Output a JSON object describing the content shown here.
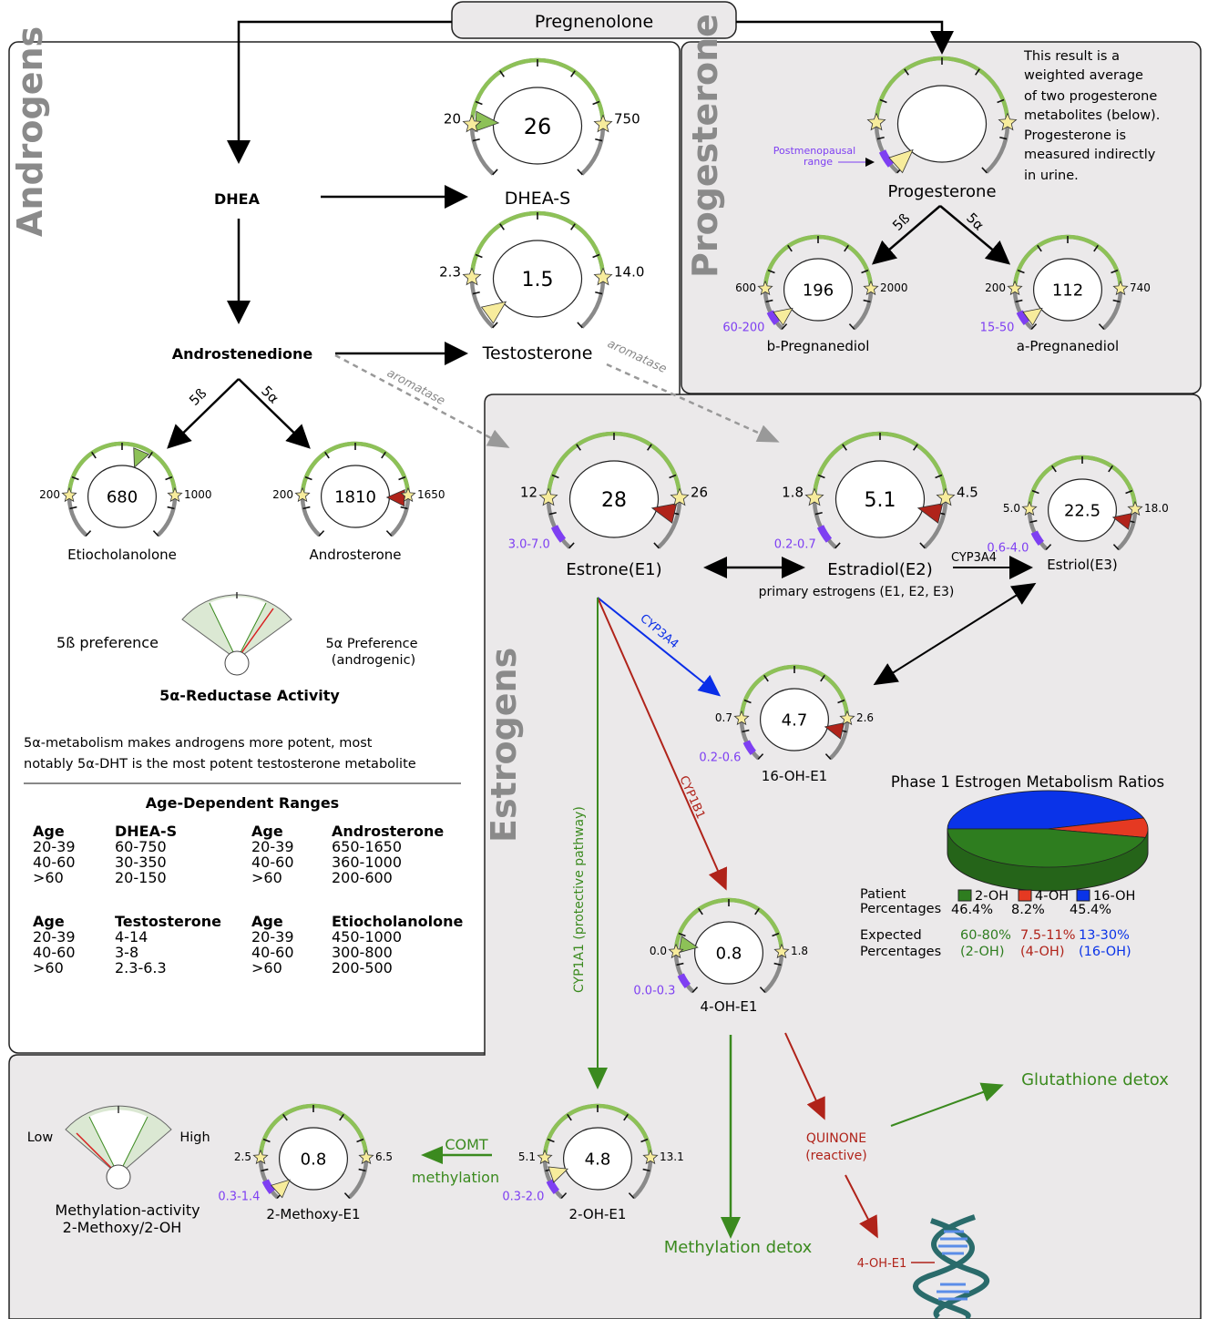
{
  "top": {
    "pregnenolone": "Pregnenolone"
  },
  "sections": {
    "androgens": "Androgens",
    "progesterone": "Progesterone",
    "estrogens": "Estrogens"
  },
  "nodes": {
    "dhea": "DHEA",
    "dheas": "DHEA-S",
    "androstenedione": "Androstenedione",
    "testosterone": "Testosterone",
    "etiocholanolone": "Etiocholanolone",
    "androsterone": "Androsterone",
    "progesterone": "Progesterone",
    "b_pregnanediol": "b-Pregnanediol",
    "a_pregnanediol": "a-Pregnanediol",
    "estrone": "Estrone(E1)",
    "estradiol": "Estradiol(E2)",
    "estriol": "Estriol(E3)",
    "oh16": "16-OH-E1",
    "oh4": "4-OH-E1",
    "oh2": "2-OH-E1",
    "methoxy2": "2-Methoxy-E1"
  },
  "labels": {
    "five_beta": "5ß",
    "five_alpha": "5α",
    "aromatase": "aromatase",
    "cyp3a4": "CYP3A4",
    "cyp1b1": "CYP1B1",
    "cyp1a1": "CYP1A1 (protective pathway)",
    "primary_estrogens": "primary estrogens (E1, E2, E3)",
    "comt": "COMT",
    "methylation": "methylation",
    "postmeno": "Postmenopausal",
    "postmeno2": "range",
    "methylation_detox": "Methylation detox",
    "glutathione_detox": "Glutathione detox",
    "quinone1": "QUINONE",
    "quinone2": "(reactive)",
    "dna_label": "4-OH-E1"
  },
  "progesterone_note": [
    "This result is a",
    "weighted average",
    "of two progesterone",
    "metabolites (below).",
    "Progesterone is",
    "measured indirectly",
    "in urine."
  ],
  "reductase": {
    "left": "5ß preference",
    "right1": "5α Preference",
    "right2": "(androgenic)",
    "title": "5α-Reductase Activity",
    "note1": "5α-metabolism makes androgens more potent, most",
    "note2": "notably 5α-DHT is the most potent testosterone metabolite"
  },
  "methylation_gauge": {
    "low": "Low",
    "high": "High",
    "title1": "Methylation-activity",
    "title2": "2-Methoxy/2-OH"
  },
  "gauges": {
    "dheas": {
      "value": "26",
      "low": "20",
      "high": "750"
    },
    "testosterone": {
      "value": "1.5",
      "low": "2.3",
      "high": "14.0"
    },
    "etiocholanolone": {
      "value": "680",
      "low": "200",
      "high": "1000"
    },
    "androsterone": {
      "value": "1810",
      "low": "200",
      "high": "1650"
    },
    "progesterone": {
      "value": ""
    },
    "b_pregnanediol": {
      "value": "196",
      "low": "600",
      "high": "2000",
      "post": "60-200"
    },
    "a_pregnanediol": {
      "value": "112",
      "low": "200",
      "high": "740",
      "post": "15-50"
    },
    "estrone": {
      "value": "28",
      "low": "12",
      "high": "26",
      "post": "3.0-7.0"
    },
    "estradiol": {
      "value": "5.1",
      "low": "1.8",
      "high": "4.5",
      "post": "0.2-0.7"
    },
    "estriol": {
      "value": "22.5",
      "low": "5.0",
      "high": "18.0",
      "post": "0.6-4.0"
    },
    "oh16": {
      "value": "4.7",
      "low": "0.7",
      "high": "2.6",
      "post": "0.2-0.6"
    },
    "oh4": {
      "value": "0.8",
      "low": "0.0",
      "high": "1.8",
      "post": "0.0-0.3"
    },
    "oh2": {
      "value": "4.8",
      "low": "5.1",
      "high": "13.1",
      "post": "0.3-2.0"
    },
    "methoxy2": {
      "value": "0.8",
      "low": "2.5",
      "high": "6.5",
      "post": "0.3-1.4"
    }
  },
  "age_ranges": {
    "title": "Age-Dependent Ranges",
    "tables": [
      {
        "headers": [
          "Age",
          "DHEA-S"
        ],
        "rows": [
          [
            "20-39",
            "60-750"
          ],
          [
            "40-60",
            "30-350"
          ],
          [
            ">60",
            "20-150"
          ]
        ]
      },
      {
        "headers": [
          "Age",
          "Androsterone"
        ],
        "rows": [
          [
            "20-39",
            "650-1650"
          ],
          [
            "40-60",
            "360-1000"
          ],
          [
            ">60",
            "200-600"
          ]
        ]
      },
      {
        "headers": [
          "Age",
          "Testosterone"
        ],
        "rows": [
          [
            "20-39",
            "4-14"
          ],
          [
            "40-60",
            "3-8"
          ],
          [
            ">60",
            "2.3-6.3"
          ]
        ]
      },
      {
        "headers": [
          "Age",
          "Etiocholanolone"
        ],
        "rows": [
          [
            "20-39",
            "450-1000"
          ],
          [
            "40-60",
            "300-800"
          ],
          [
            ">60",
            "200-500"
          ]
        ]
      }
    ]
  },
  "ratios": {
    "title": "Phase 1 Estrogen Metabolism Ratios",
    "patient_label1": "Patient",
    "patient_label2": "Percentages",
    "expected_label1": "Expected",
    "expected_label2": "Percentages",
    "items": [
      {
        "name": "2-OH",
        "patient": "46.4%",
        "expected": "60-80%",
        "expected_sub": "(2-OH)",
        "color": "#2e7d1f"
      },
      {
        "name": "4-OH",
        "patient": "8.2%",
        "expected": "7.5-11%",
        "expected_sub": "(4-OH)",
        "color": "#e53922"
      },
      {
        "name": "16-OH",
        "patient": "45.4%",
        "expected": "13-30%",
        "expected_sub": "(16-OH)",
        "color": "#0a33e8"
      }
    ]
  },
  "chart_data": {
    "type": "pie",
    "title": "Phase 1 Estrogen Metabolism Ratios",
    "categories": [
      "2-OH",
      "4-OH",
      "16-OH"
    ],
    "values": [
      46.4,
      8.2,
      45.4
    ],
    "colors": [
      "#2e7d1f",
      "#e53922",
      "#0a33e8"
    ]
  },
  "colors": {
    "panel_gray": "#ebe9ea",
    "green": "#8dc157",
    "purple": "#7e3ff2",
    "dark_green": "#3b8a1f",
    "dark_red": "#b0231a",
    "blue": "#0a2ee8"
  }
}
